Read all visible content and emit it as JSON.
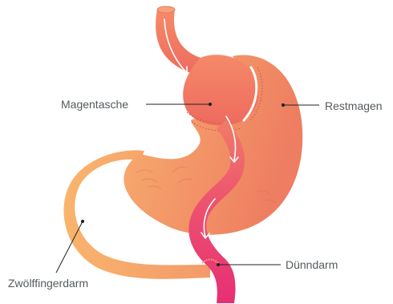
{
  "labels": {
    "pouch": "Magentasche",
    "remnant": "Restmagen",
    "small_intestine": "Dünndarm",
    "duodenum": "Zwölffingerdarm"
  },
  "colors": {
    "background": "#ffffff",
    "stomach_light": "#f7a56a",
    "stomach_dark": "#ef7a5e",
    "pouch": "#f0705e",
    "bypass_top": "#f08067",
    "bypass_bottom": "#e83872",
    "label_text": "#555a5e",
    "leader_line": "#222222",
    "arrow": "#ffffff"
  }
}
